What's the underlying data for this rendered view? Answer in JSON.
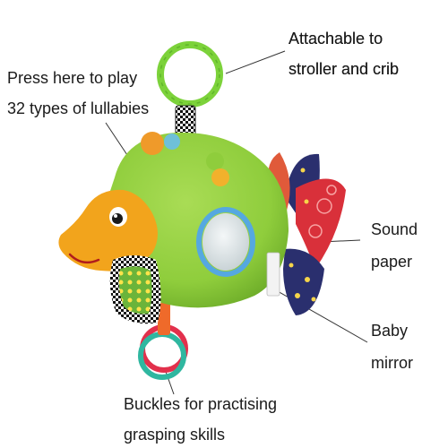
{
  "labels": {
    "attach": [
      "Attachable to",
      "stroller and crib"
    ],
    "press": [
      "Press here to play",
      "32 types of lullabies"
    ],
    "sound": [
      "Sound",
      "paper"
    ],
    "mirror": [
      "Baby",
      "mirror"
    ],
    "buckles": [
      "Buckles for practising",
      "grasping skills"
    ]
  },
  "colors": {
    "body_green": "#8fcd3c",
    "face_orange": "#f2a41c",
    "ring_green": "#7cd23a",
    "ring_red": "#e2304c",
    "ring_teal": "#2fb7a0",
    "fin_navy": "#2a2f6e",
    "fin_red": "#d9303a",
    "mirror_blue": "#55a8e0",
    "callout_line": "#333333"
  }
}
